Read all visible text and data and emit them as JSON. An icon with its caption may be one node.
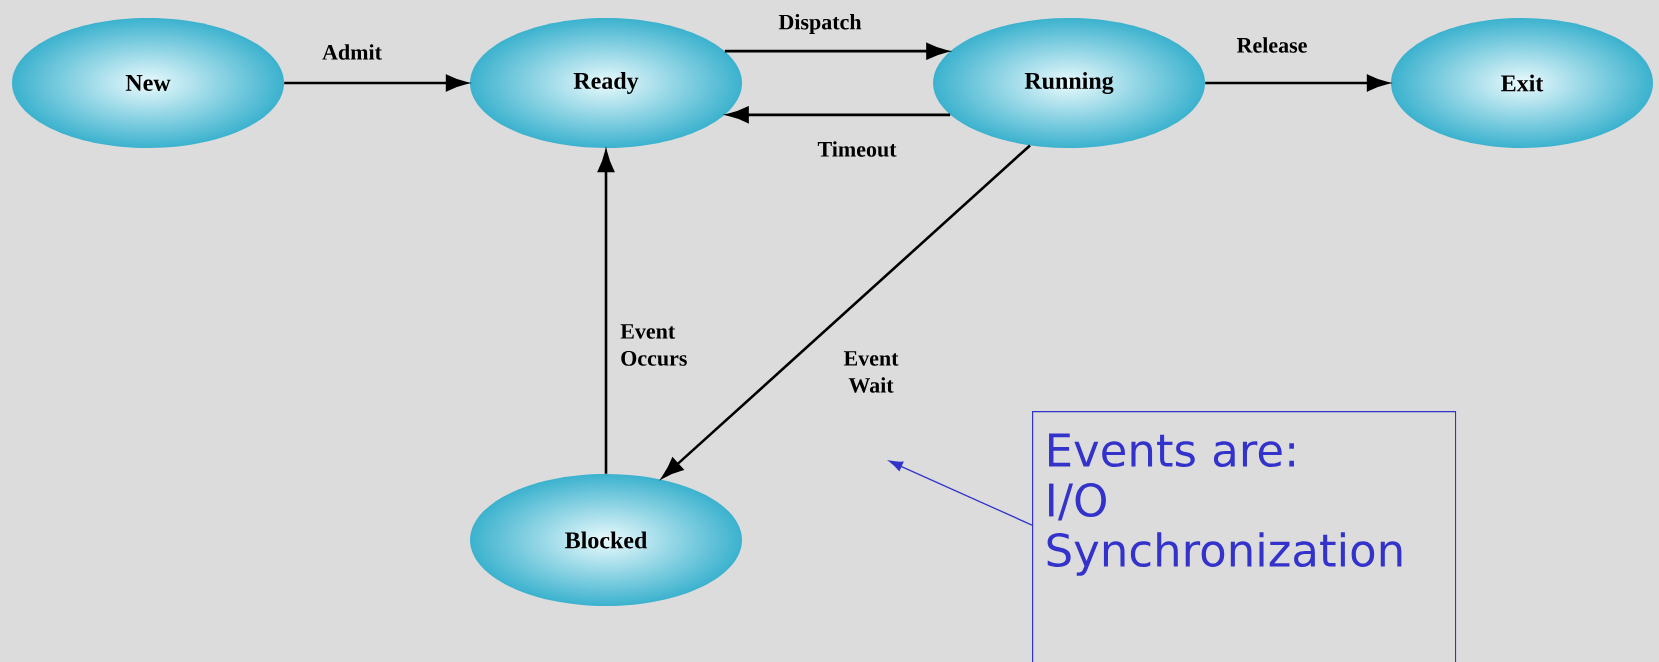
{
  "diagram": {
    "nodes": [
      {
        "text": [
          "New"
        ]
      },
      {
        "text": [
          "Ready"
        ]
      },
      {
        "text": [
          "Running"
        ]
      },
      {
        "text": [
          "Exit"
        ]
      },
      {
        "text": [
          "Blocked"
        ]
      },
      {
        "text": [
          "Events are:",
          "I/O",
          "Synchronization"
        ]
      }
    ],
    "edges": [
      {
        "from": 0,
        "to": 1,
        "arrow": "to",
        "label": "Admit"
      },
      {
        "from": 1,
        "to": 2,
        "arrow": "to",
        "label": "Dispatch"
      },
      {
        "from": 2,
        "to": 1,
        "arrow": "to",
        "label": "Timeout"
      },
      {
        "from": 2,
        "to": 3,
        "arrow": "to",
        "label": "Release"
      },
      {
        "from": 4,
        "to": 1,
        "arrow": "to",
        "label": "Event Occurs"
      },
      {
        "from": 2,
        "to": 4,
        "arrow": "to",
        "label": "Event Wait"
      },
      {
        "from": 5,
        "to": null,
        "arrow": "to",
        "color": "#3333cc"
      }
    ]
  }
}
